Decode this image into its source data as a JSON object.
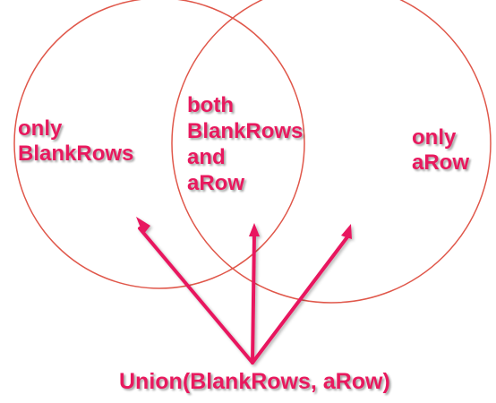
{
  "colors": {
    "circle_stroke": "#e0574a",
    "arrow": "#e8195e",
    "text": "#e8195e"
  },
  "regions": {
    "left": {
      "line1": "only",
      "line2": "BlankRows"
    },
    "center": {
      "line1": "both",
      "line2": "BlankRows",
      "line3": "and",
      "line4": "aRow"
    },
    "right": {
      "line1": "only",
      "line2": "aRow"
    }
  },
  "caption": "Union(BlankRows, aRow)"
}
